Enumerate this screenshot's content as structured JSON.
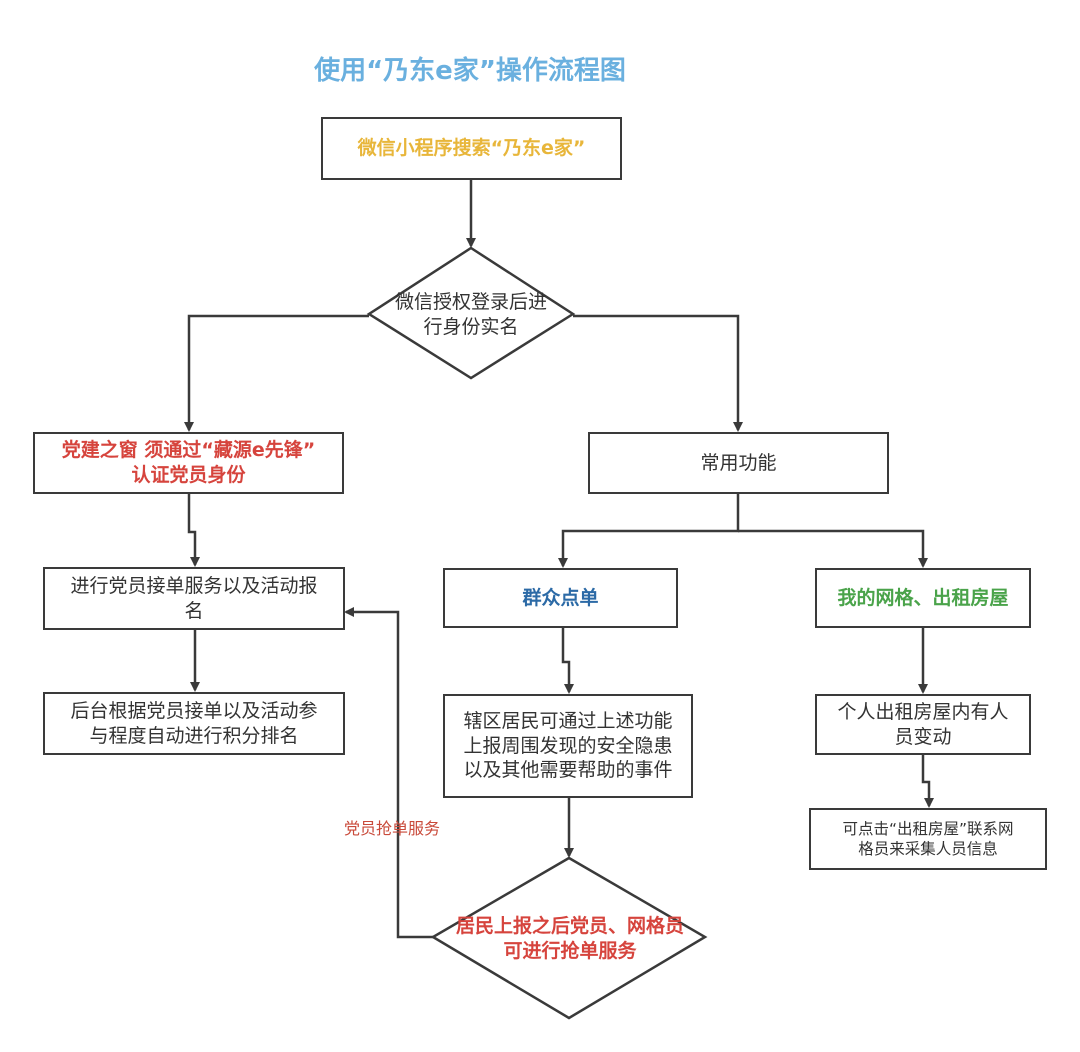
{
  "title": "使用“乃东e家”操作流程图",
  "nodes": {
    "search": "微信小程序搜索“乃东e家”",
    "auth": [
      "微信授权登录后进",
      "行身份实名"
    ],
    "party_window": [
      "党建之窗 须通过“藏源e先锋”",
      "认证党员身份"
    ],
    "common": "常用功能",
    "party_service": [
      "进行党员接单服务以及活动报",
      "名"
    ],
    "backend_rank": [
      "后台根据党员接单以及活动参",
      "与程度自动进行积分排名"
    ],
    "mass_order": "群众点单",
    "my_grid": "我的网格、出租房屋",
    "resident_report": [
      "辖区居民可通过上述功能",
      "上报周围发现的安全隐患",
      "以及其他需要帮助的事件"
    ],
    "personal_rent": [
      "个人出租房屋内有人",
      "员变动"
    ],
    "contact_grid": [
      "可点击“出租房屋”联系网",
      "格员来采集人员信息"
    ],
    "grab_order": [
      "居民上报之后党员、网格员",
      "可进行抢单服务"
    ]
  },
  "edge_labels": {
    "party_grab": "党员抢单服务"
  },
  "colors": {
    "title": "#6ab0df",
    "red": "#d6443d",
    "yellow": "#e8b63a",
    "blue": "#2c6aa6",
    "green": "#4aa34a"
  }
}
